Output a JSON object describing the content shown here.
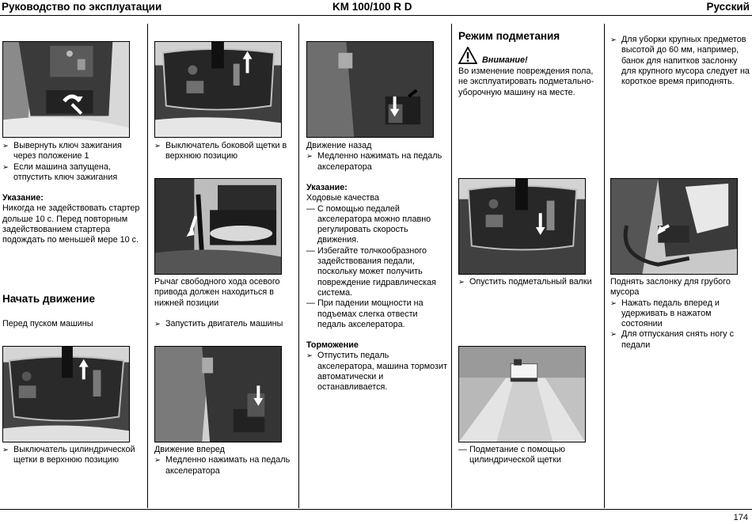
{
  "header": {
    "left": "Руководство по эксплуатации",
    "center": "KM 100/100 R D",
    "right": "Русский"
  },
  "page_number": "174",
  "col1": {
    "b1": [
      "Вывернуть ключ зажигания через положение 1",
      "Если машина запущена, отпустить ключ зажигания"
    ],
    "note_title": "Указание:",
    "note_text": "Никогда не задействовать стартер дольше 10 с. Перед повторным задействованием стартера подождать по меньшей мере 10 с.",
    "h_start": "Начать движение",
    "before": "Перед пуском машины",
    "b2": "Выключатель цилиндрической щетки  в верхнюю позицию"
  },
  "col2": {
    "b1": "Выключатель боковой щетки  в верхнюю позицию",
    "lever": "Рычаг свободного хода осевого привода должен находиться в нижней позиции",
    "b2": "Запустить двигатель машины",
    "forward": "Движение вперед",
    "b3": "Медленно нажимать на педаль акселератора"
  },
  "col3": {
    "back": "Движение назад",
    "b1": "Медленно нажимать на педаль акселератора",
    "note_title": "Указание:",
    "drive": "Ходовые качества",
    "d1": "С помощью педалей акселератора можно плавно регулировать скорость движения.",
    "d2": "Избегайте толчкообразного задействования педали, поскольку может получить повреждение гидравлическая система.",
    "d3": "При падении мощности на подъемах слегка отвести педаль акселератора.",
    "brake": "Торможение",
    "b2": "Отпустить педаль акселератора, машина тормозит автоматически и останавливается."
  },
  "col4": {
    "title": "Режим подметания",
    "warn_label": "Внимание!",
    "warn_text": "Во изменение повреждения пола, не эксплуатировать подметально-уборочную машину на месте.",
    "b1": "Опустить подметальный валки",
    "d1": "Подметание с помощью цилиндрической щетки"
  },
  "col5": {
    "b1": "Для уборки крупных предметов высотой до 60 мм, например, банок для напитков заслонку для крупного мусора следует на короткое время приподнять.",
    "lift": "Поднять заслонку для грубого мусора",
    "b2": "Нажать педаль вперед и удерживать в нажатом состоянии",
    "b3": "Для отпускания снять ногу с педали"
  }
}
